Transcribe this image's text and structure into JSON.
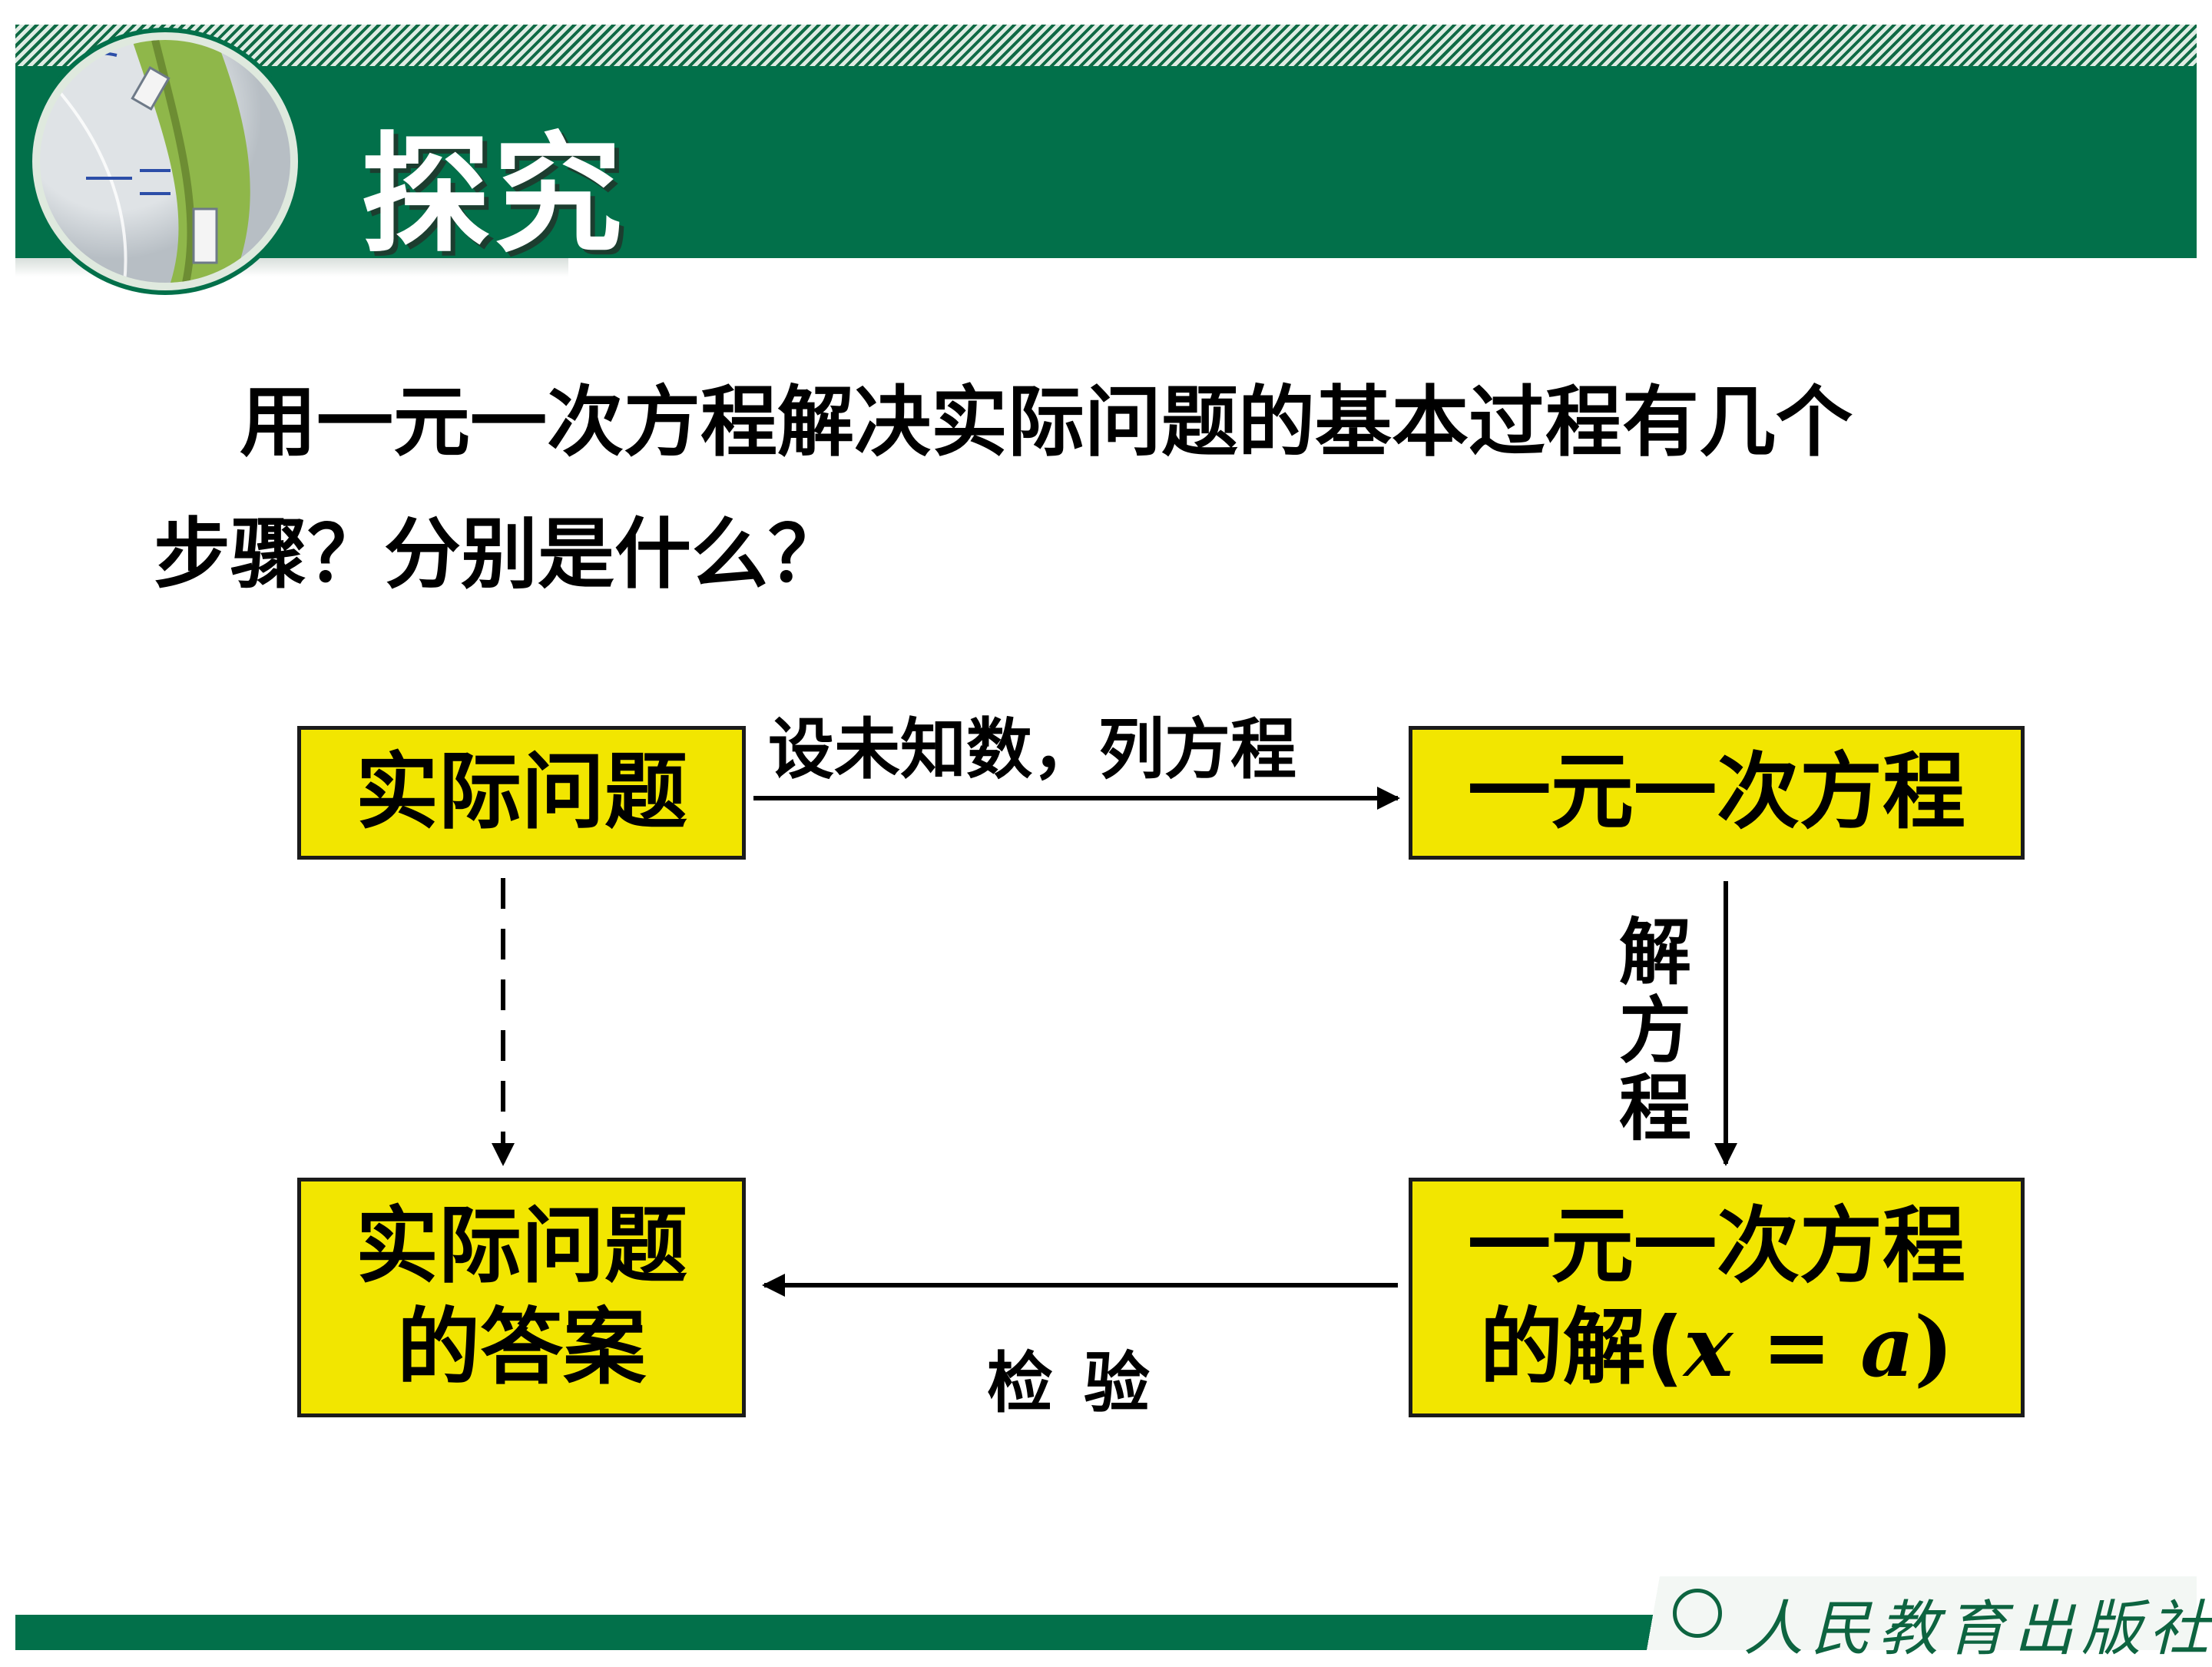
{
  "header": {
    "title": "探究"
  },
  "question": {
    "line1": "用一元一次方程解决实际问题的基本过程有几个",
    "line2": "步骤？分别是什么？"
  },
  "diagram": {
    "box_real_problem": "实际问题",
    "box_equation": "一元一次方程",
    "box_answer_line1": "实际问题",
    "box_answer_line2": "的答案",
    "box_solution_line1": "一元一次方程",
    "box_solution_prefix": "的解(",
    "box_solution_var": "x",
    "box_solution_eq": " = ",
    "box_solution_val": "a",
    "box_solution_suffix": ")",
    "label_set_unknown": "设未知数，列方程",
    "label_solve": "解方程",
    "label_check": "检验"
  },
  "footer": {
    "publisher": "人民教育出版社"
  },
  "colors": {
    "banner": "#02704a",
    "box_fill": "#f2e600"
  }
}
